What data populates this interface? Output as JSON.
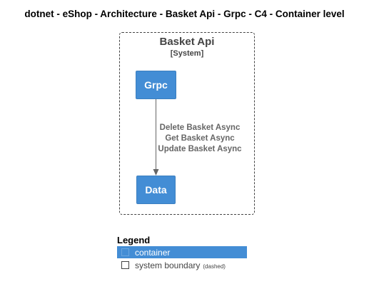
{
  "title": "dotnet - eShop - Architecture - Basket Api - Grpc - C4 - Container level",
  "boundary": {
    "name": "Basket Api",
    "kind": "[System]"
  },
  "nodes": {
    "grpc": "Grpc",
    "data": "Data"
  },
  "edge": {
    "labels": [
      "Delete Basket Async",
      "Get Basket Async",
      "Update Basket Async"
    ]
  },
  "colors": {
    "container_fill": "#438DD5",
    "boundary_stroke": "#444444",
    "edge": "#666666"
  },
  "legend": {
    "title": "Legend",
    "container_label": "container",
    "container_icon": "square-icon",
    "boundary_label": "system boundary",
    "boundary_note": "(dashed)",
    "boundary_icon": "square-outline-icon"
  }
}
